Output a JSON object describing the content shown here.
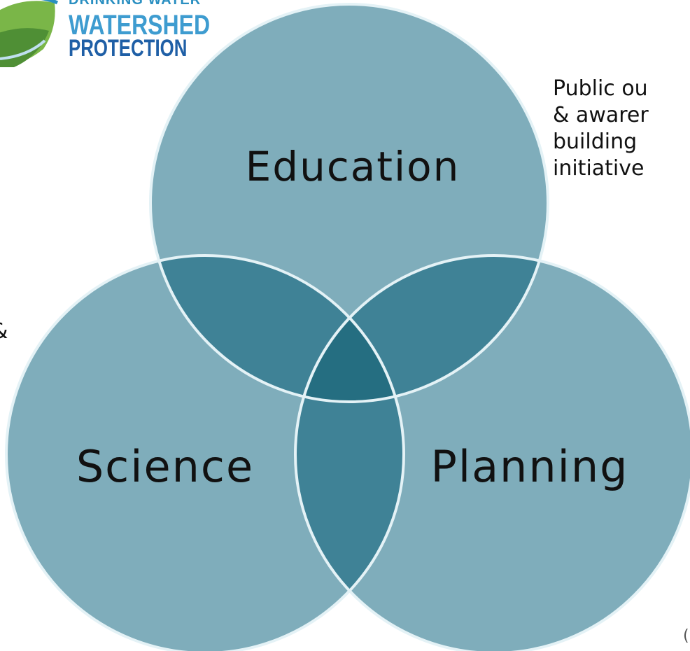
{
  "logo": {
    "line1": "DRINKING WATER",
    "line2": "WATERSHED",
    "line3": "PROTECTION"
  },
  "venn": {
    "circles": [
      {
        "label": "Education",
        "color": "#7fadbb"
      },
      {
        "label": "Science",
        "color": "#7fadbb"
      },
      {
        "label": "Planning",
        "color": "#7fadbb"
      }
    ],
    "overlap_color": "#3f8296",
    "center_color": "#256e81",
    "outline_color": "#e4f2f6"
  },
  "annotations": {
    "outreach": "Public ou\n& awarer\nbuilding\ninitiative",
    "left_fragment": "&",
    "corner_fragment": "("
  }
}
